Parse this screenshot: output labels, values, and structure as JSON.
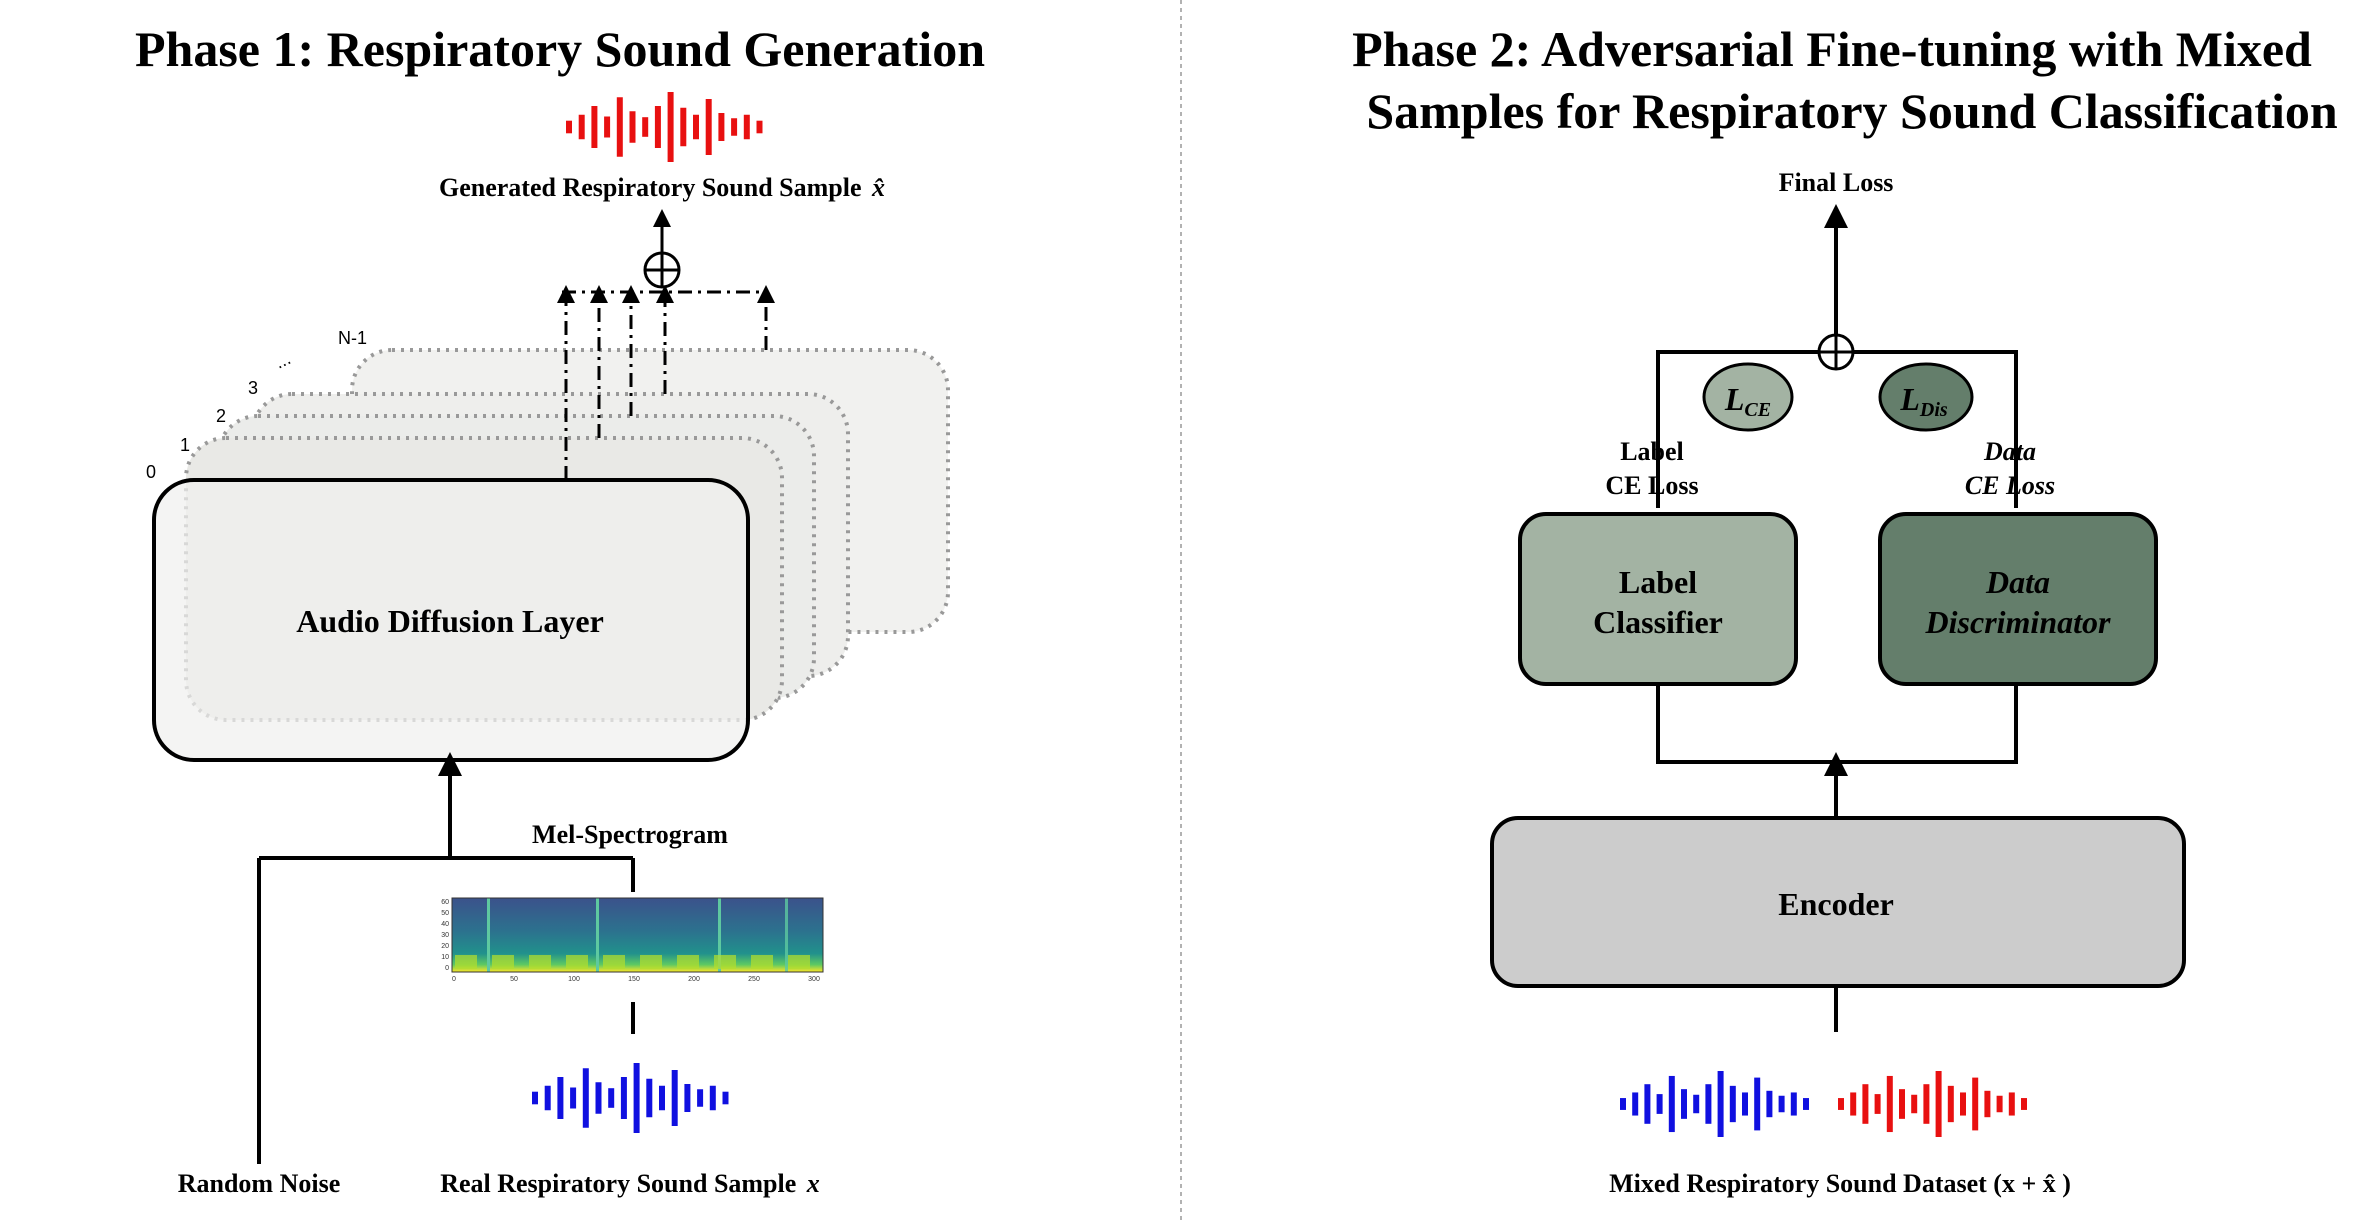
{
  "phase1": {
    "title": "Phase 1: Respiratory Sound Generation",
    "generated_label": "Generated Respiratory Sound Sample",
    "generated_symbol": "x̂",
    "layer_label": "Audio Diffusion Layer",
    "layer_indices": [
      "0",
      "1",
      "2",
      "3",
      "...",
      "N-1"
    ],
    "spectrogram_label": "Mel-Spectrogram",
    "random_noise_label": "Random Noise",
    "real_label": "Real Respiratory Sound Sample",
    "real_symbol": "x"
  },
  "phase2": {
    "title_line1": "Phase 2: Adversarial Fine-tuning with Mixed",
    "title_line2": "Samples for Respiratory Sound Classification",
    "final_loss_label": "Final Loss",
    "lce_symbol": "L",
    "lce_sub": "CE",
    "ldis_symbol": "L",
    "ldis_sub": "Dis",
    "label_loss_line1": "Label",
    "label_loss_line2": "CE Loss",
    "data_loss_line1": "Data",
    "data_loss_line2": "CE Loss",
    "classifier_line1": "Label",
    "classifier_line2": "Classifier",
    "discriminator_line1": "Data",
    "discriminator_line2": "Discriminator",
    "encoder_label": "Encoder",
    "mixed_label": "Mixed Respiratory Sound Dataset (x + x̂ )"
  },
  "colors": {
    "generated_wave": "#e81010",
    "real_wave": "#1010e0",
    "classifier_fill": "#a3b3a3",
    "discriminator_fill": "#647e6b",
    "lce_fill": "#a3b3a3",
    "ldis_fill": "#647e6b",
    "encoder_fill": "#cccccc",
    "layer_fill": "#e7e8e4"
  },
  "spectrogram": {
    "y_ticks": [
      "60",
      "50",
      "40",
      "30",
      "20",
      "10",
      "0"
    ],
    "x_ticks": [
      "0",
      "50",
      "100",
      "150",
      "200",
      "250",
      "300"
    ]
  }
}
